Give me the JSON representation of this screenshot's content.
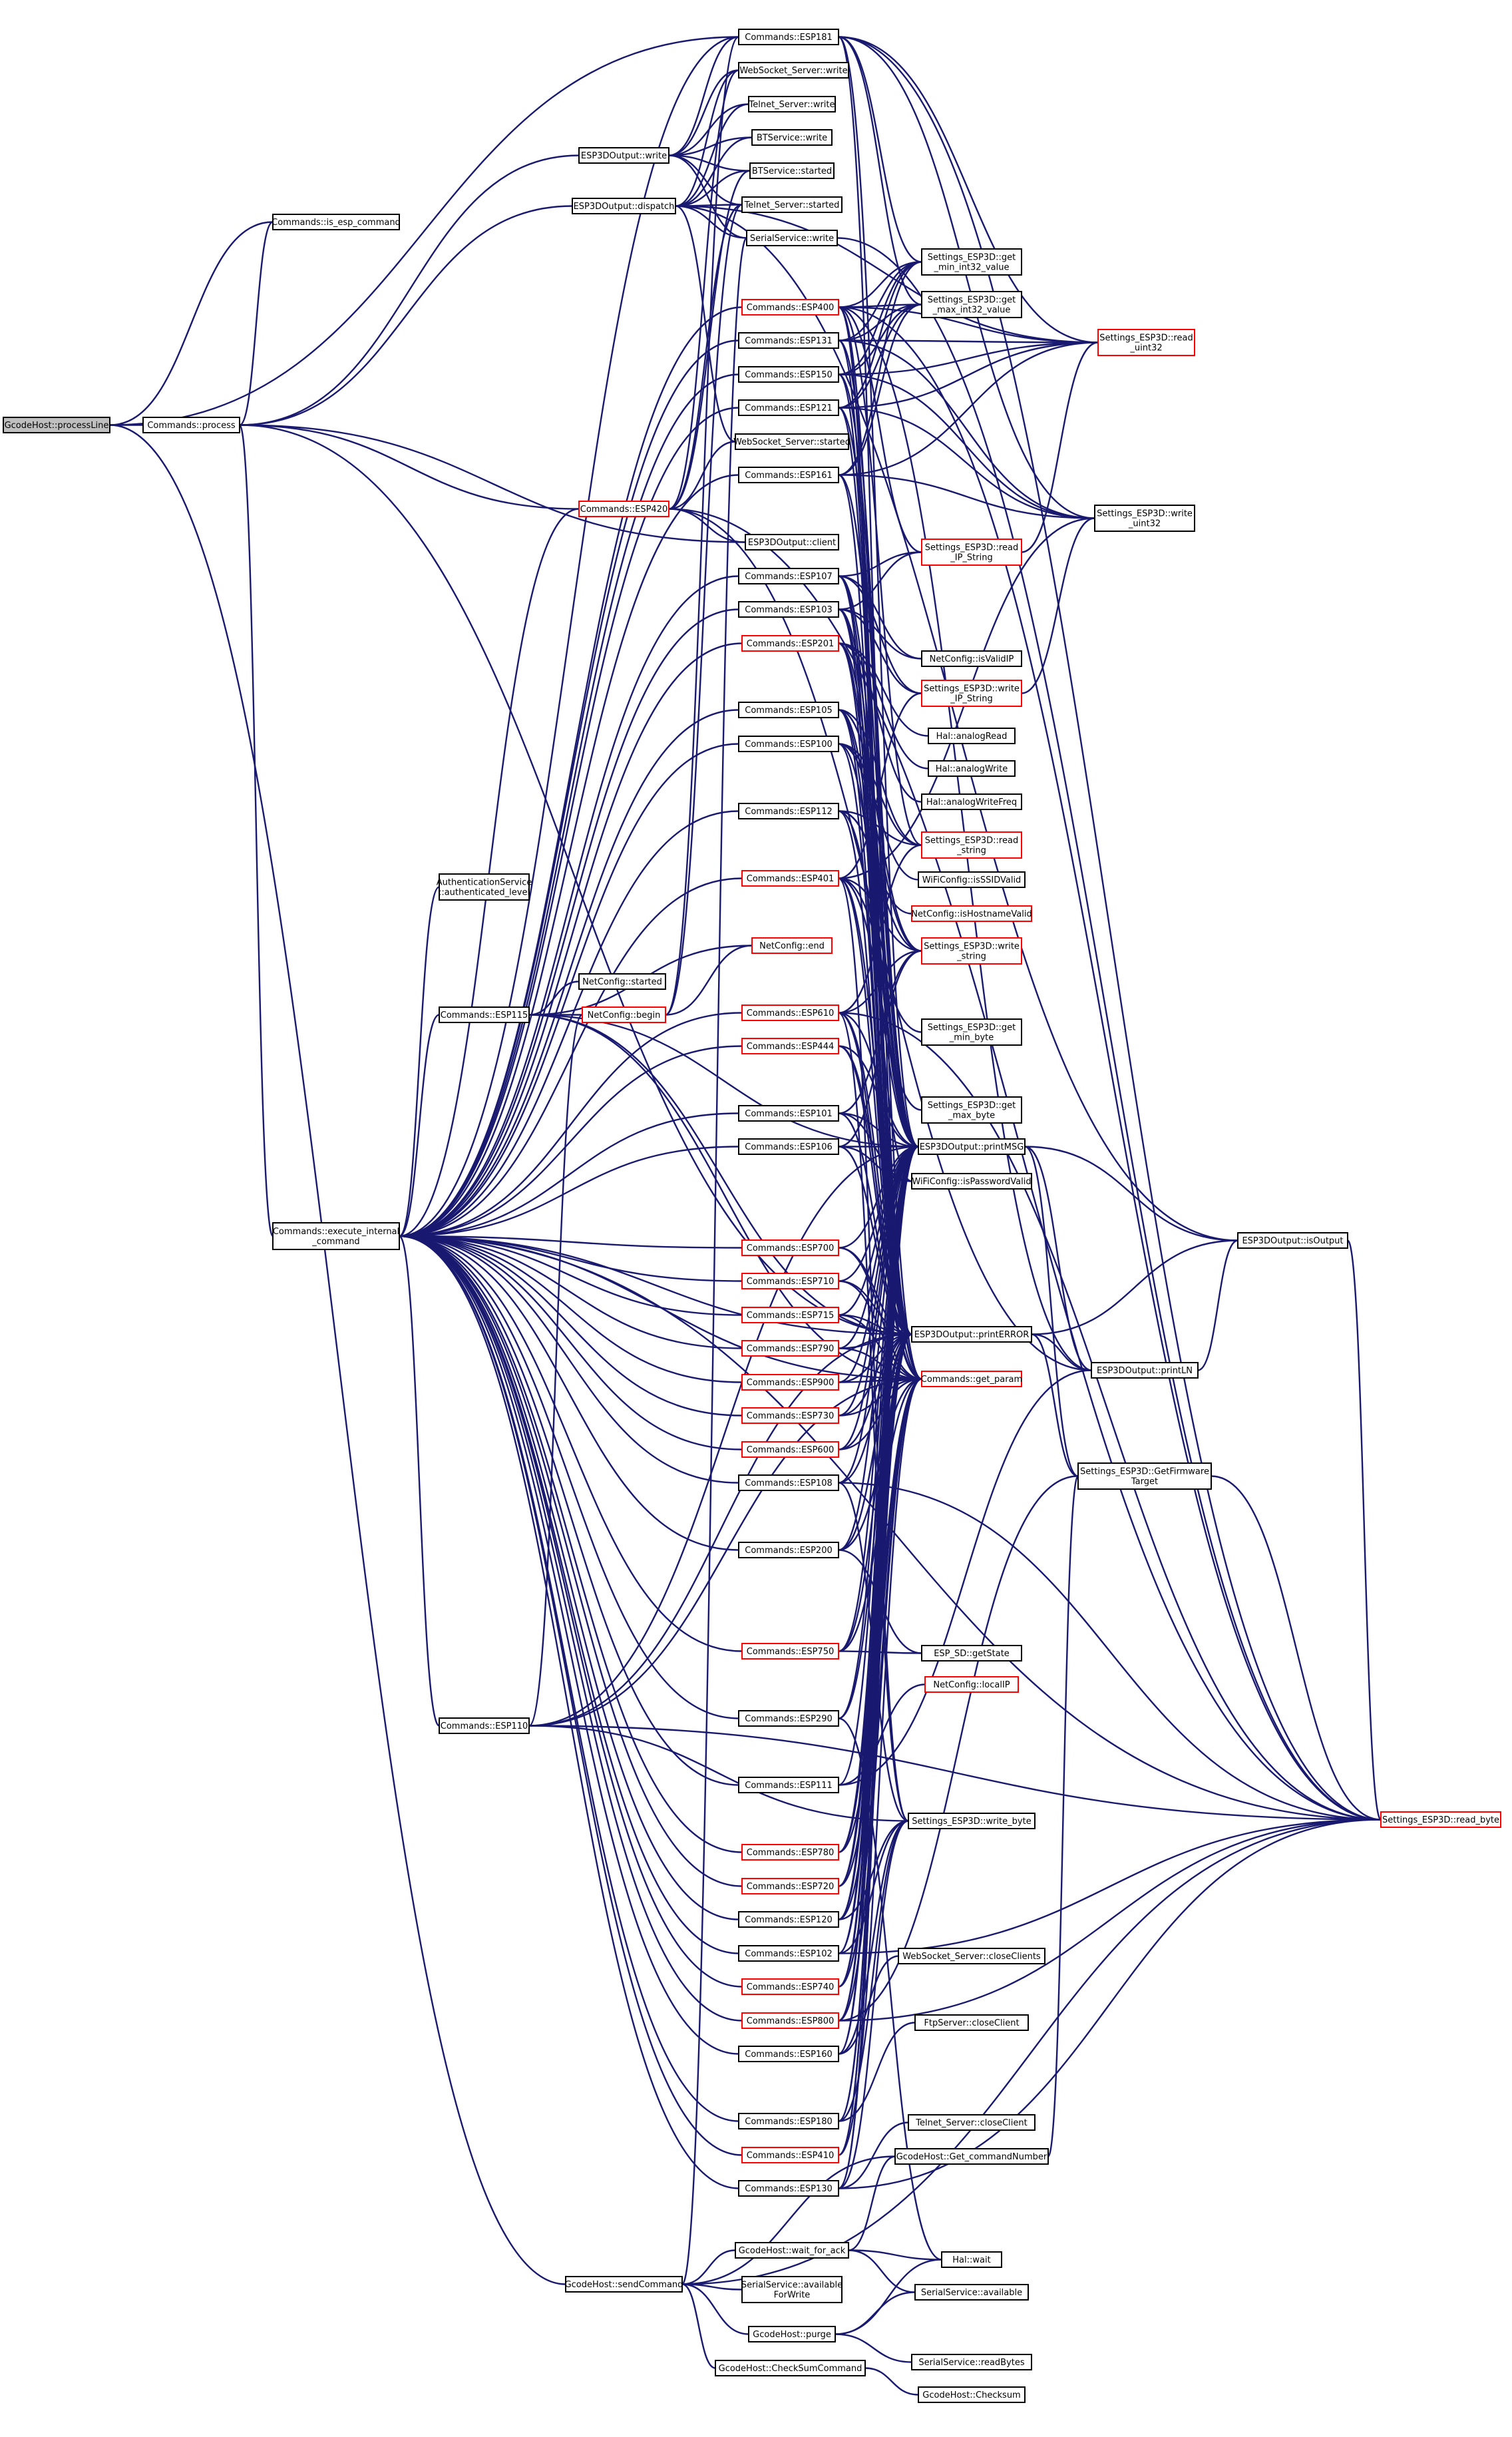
{
  "colors": {
    "edge": "#191970",
    "node_border": "#000000",
    "node_border_truncated": "#ff0000",
    "root_fill": "#bfbfbf",
    "node_fill": "#ffffff",
    "background": "#ffffff"
  },
  "nodes": [
    {
      "id": "processLine",
      "lines": [
        "GcodeHost::processLine"
      ],
      "root": true
    },
    {
      "id": "is_esp_command",
      "lines": [
        "Commands::is_esp_command"
      ]
    },
    {
      "id": "process",
      "lines": [
        "Commands::process"
      ]
    },
    {
      "id": "execute_internal_command",
      "lines": [
        "Commands::execute_internal",
        "_command"
      ]
    },
    {
      "id": "sendCommand",
      "lines": [
        "GcodeHost::sendCommand"
      ]
    },
    {
      "id": "out_write",
      "lines": [
        "ESP3DOutput::write"
      ]
    },
    {
      "id": "out_dispatch",
      "lines": [
        "ESP3DOutput::dispatch"
      ]
    },
    {
      "id": "esp420",
      "lines": [
        "Commands::ESP420"
      ],
      "red": true
    },
    {
      "id": "auth_level",
      "lines": [
        "AuthenticationService",
        "::authenticated_level"
      ]
    },
    {
      "id": "nc_started",
      "lines": [
        "NetConfig::started"
      ]
    },
    {
      "id": "nc_begin",
      "lines": [
        "NetConfig::begin"
      ],
      "red": true
    },
    {
      "id": "esp115",
      "lines": [
        "Commands::ESP115"
      ]
    },
    {
      "id": "esp110",
      "lines": [
        "Commands::ESP110"
      ]
    },
    {
      "id": "esp181",
      "lines": [
        "Commands::ESP181"
      ]
    },
    {
      "id": "ws_write",
      "lines": [
        "WebSocket_Server::write"
      ]
    },
    {
      "id": "tel_write",
      "lines": [
        "Telnet_Server::write"
      ]
    },
    {
      "id": "bt_write",
      "lines": [
        "BTService::write"
      ]
    },
    {
      "id": "bt_started",
      "lines": [
        "BTService::started"
      ]
    },
    {
      "id": "tel_started",
      "lines": [
        "Telnet_Server::started"
      ]
    },
    {
      "id": "ser_write",
      "lines": [
        "SerialService::write"
      ]
    },
    {
      "id": "esp400",
      "lines": [
        "Commands::ESP400"
      ],
      "red": true
    },
    {
      "id": "esp131",
      "lines": [
        "Commands::ESP131"
      ]
    },
    {
      "id": "esp150",
      "lines": [
        "Commands::ESP150"
      ]
    },
    {
      "id": "esp121",
      "lines": [
        "Commands::ESP121"
      ]
    },
    {
      "id": "ws_started",
      "lines": [
        "WebSocket_Server::started"
      ]
    },
    {
      "id": "esp161",
      "lines": [
        "Commands::ESP161"
      ]
    },
    {
      "id": "out_client",
      "lines": [
        "ESP3DOutput::client"
      ]
    },
    {
      "id": "esp107",
      "lines": [
        "Commands::ESP107"
      ]
    },
    {
      "id": "esp103",
      "lines": [
        "Commands::ESP103"
      ]
    },
    {
      "id": "esp201",
      "lines": [
        "Commands::ESP201"
      ],
      "red": true
    },
    {
      "id": "esp105",
      "lines": [
        "Commands::ESP105"
      ]
    },
    {
      "id": "esp100",
      "lines": [
        "Commands::ESP100"
      ]
    },
    {
      "id": "esp112",
      "lines": [
        "Commands::ESP112"
      ]
    },
    {
      "id": "esp401",
      "lines": [
        "Commands::ESP401"
      ],
      "red": true
    },
    {
      "id": "nc_end",
      "lines": [
        "NetConfig::end"
      ],
      "red": true
    },
    {
      "id": "esp610",
      "lines": [
        "Commands::ESP610"
      ],
      "red": true
    },
    {
      "id": "esp444",
      "lines": [
        "Commands::ESP444"
      ],
      "red": true
    },
    {
      "id": "esp101",
      "lines": [
        "Commands::ESP101"
      ]
    },
    {
      "id": "esp106",
      "lines": [
        "Commands::ESP106"
      ]
    },
    {
      "id": "esp700",
      "lines": [
        "Commands::ESP700"
      ],
      "red": true
    },
    {
      "id": "esp710",
      "lines": [
        "Commands::ESP710"
      ],
      "red": true
    },
    {
      "id": "esp715",
      "lines": [
        "Commands::ESP715"
      ],
      "red": true
    },
    {
      "id": "esp790",
      "lines": [
        "Commands::ESP790"
      ],
      "red": true
    },
    {
      "id": "esp900",
      "lines": [
        "Commands::ESP900"
      ],
      "red": true
    },
    {
      "id": "esp730",
      "lines": [
        "Commands::ESP730"
      ],
      "red": true
    },
    {
      "id": "esp600",
      "lines": [
        "Commands::ESP600"
      ],
      "red": true
    },
    {
      "id": "esp108",
      "lines": [
        "Commands::ESP108"
      ]
    },
    {
      "id": "esp200",
      "lines": [
        "Commands::ESP200"
      ]
    },
    {
      "id": "esp750",
      "lines": [
        "Commands::ESP750"
      ],
      "red": true
    },
    {
      "id": "esp290",
      "lines": [
        "Commands::ESP290"
      ]
    },
    {
      "id": "esp111",
      "lines": [
        "Commands::ESP111"
      ]
    },
    {
      "id": "esp780",
      "lines": [
        "Commands::ESP780"
      ],
      "red": true
    },
    {
      "id": "esp720",
      "lines": [
        "Commands::ESP720"
      ],
      "red": true
    },
    {
      "id": "esp120",
      "lines": [
        "Commands::ESP120"
      ]
    },
    {
      "id": "esp102",
      "lines": [
        "Commands::ESP102"
      ]
    },
    {
      "id": "esp740",
      "lines": [
        "Commands::ESP740"
      ],
      "red": true
    },
    {
      "id": "esp800",
      "lines": [
        "Commands::ESP800"
      ],
      "red": true
    },
    {
      "id": "esp160",
      "lines": [
        "Commands::ESP160"
      ]
    },
    {
      "id": "esp180",
      "lines": [
        "Commands::ESP180"
      ]
    },
    {
      "id": "esp410",
      "lines": [
        "Commands::ESP410"
      ],
      "red": true
    },
    {
      "id": "esp130",
      "lines": [
        "Commands::ESP130"
      ]
    },
    {
      "id": "wait_for_ack",
      "lines": [
        "GcodeHost::wait_for_ack"
      ]
    },
    {
      "id": "ser_avail_write",
      "lines": [
        "SerialService::available",
        "ForWrite"
      ]
    },
    {
      "id": "purge",
      "lines": [
        "GcodeHost::purge"
      ]
    },
    {
      "id": "checksum_cmd",
      "lines": [
        "GcodeHost::CheckSumCommand"
      ]
    },
    {
      "id": "get_min_int32",
      "lines": [
        "Settings_ESP3D::get",
        "_min_int32_value"
      ]
    },
    {
      "id": "get_max_int32",
      "lines": [
        "Settings_ESP3D::get",
        "_max_int32_value"
      ]
    },
    {
      "id": "read_ip",
      "lines": [
        "Settings_ESP3D::read",
        "_IP_String"
      ],
      "red": true
    },
    {
      "id": "nc_isvalidip",
      "lines": [
        "NetConfig::isValidIP"
      ]
    },
    {
      "id": "write_ip",
      "lines": [
        "Settings_ESP3D::write",
        "_IP_String"
      ],
      "red": true
    },
    {
      "id": "hal_aread",
      "lines": [
        "Hal::analogRead"
      ]
    },
    {
      "id": "hal_awrite",
      "lines": [
        "Hal::analogWrite"
      ]
    },
    {
      "id": "hal_awfreq",
      "lines": [
        "Hal::analogWriteFreq"
      ]
    },
    {
      "id": "read_string",
      "lines": [
        "Settings_ESP3D::read",
        "_string"
      ],
      "red": true
    },
    {
      "id": "wifi_ssid",
      "lines": [
        "WiFiConfig::isSSIDValid"
      ]
    },
    {
      "id": "nc_hostname",
      "lines": [
        "NetConfig::isHostnameValid"
      ],
      "red": true
    },
    {
      "id": "write_string",
      "lines": [
        "Settings_ESP3D::write",
        "_string"
      ],
      "red": true
    },
    {
      "id": "get_min_byte",
      "lines": [
        "Settings_ESP3D::get",
        "_min_byte"
      ]
    },
    {
      "id": "get_max_byte",
      "lines": [
        "Settings_ESP3D::get",
        "_max_byte"
      ]
    },
    {
      "id": "print_msg",
      "lines": [
        "ESP3DOutput::printMSG"
      ]
    },
    {
      "id": "wifi_pwd",
      "lines": [
        "WiFiConfig::isPasswordValid"
      ]
    },
    {
      "id": "print_error",
      "lines": [
        "ESP3DOutput::printERROR"
      ]
    },
    {
      "id": "get_param",
      "lines": [
        "Commands::get_param"
      ],
      "red": true
    },
    {
      "id": "sd_getstate",
      "lines": [
        "ESP_SD::getState"
      ]
    },
    {
      "id": "nc_localip",
      "lines": [
        "NetConfig::localIP"
      ],
      "red": true
    },
    {
      "id": "write_byte",
      "lines": [
        "Settings_ESP3D::write_byte"
      ]
    },
    {
      "id": "ws_closeclients",
      "lines": [
        "WebSocket_Server::closeClients"
      ]
    },
    {
      "id": "ftp_closeclient",
      "lines": [
        "FtpServer::closeClient"
      ]
    },
    {
      "id": "tel_closeclient",
      "lines": [
        "Telnet_Server::closeClient"
      ]
    },
    {
      "id": "get_cmdnum",
      "lines": [
        "GcodeHost::Get_commandNumber"
      ]
    },
    {
      "id": "hal_wait",
      "lines": [
        "Hal::wait"
      ]
    },
    {
      "id": "ser_available",
      "lines": [
        "SerialService::available"
      ]
    },
    {
      "id": "ser_readbytes",
      "lines": [
        "SerialService::readBytes"
      ]
    },
    {
      "id": "checksum",
      "lines": [
        "GcodeHost::Checksum"
      ]
    },
    {
      "id": "read_uint32",
      "lines": [
        "Settings_ESP3D::read",
        "_uint32"
      ],
      "red": true
    },
    {
      "id": "write_uint32",
      "lines": [
        "Settings_ESP3D::write",
        "_uint32"
      ]
    },
    {
      "id": "print_ln",
      "lines": [
        "ESP3DOutput::printLN"
      ]
    },
    {
      "id": "fw_target",
      "lines": [
        "Settings_ESP3D::GetFirmware",
        "Target"
      ]
    },
    {
      "id": "is_output",
      "lines": [
        "ESP3DOutput::isOutput"
      ]
    },
    {
      "id": "read_byte",
      "lines": [
        "Settings_ESP3D::read_byte"
      ],
      "red": true
    }
  ]
}
